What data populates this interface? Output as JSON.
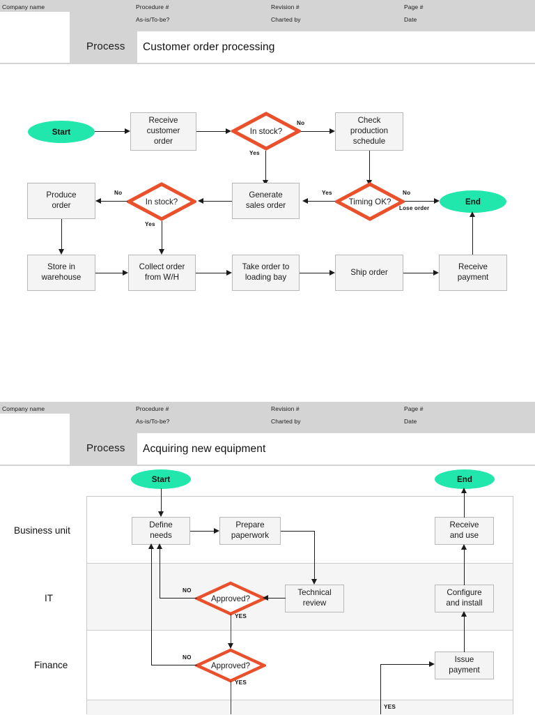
{
  "sheets": [
    {
      "header": {
        "company_label": "Company name",
        "procedure_label": "Procedure #",
        "asis_label": "As-is/To-be?",
        "revision_label": "Revision #",
        "charted_label": "Charted by",
        "page_label": "Page #",
        "date_label": "Date",
        "process_word": "Process",
        "process_title": "Customer order processing"
      }
    },
    {
      "header": {
        "company_label": "Company name",
        "procedure_label": "Procedure #",
        "asis_label": "As-is/To-be?",
        "revision_label": "Revision #",
        "charted_label": "Charted by",
        "page_label": "Page #",
        "date_label": "Date",
        "process_word": "Process",
        "process_title": "Acquiring new equipment"
      }
    }
  ],
  "chart1": {
    "type": "flowchart",
    "title": "Customer order processing",
    "colors": {
      "terminator": "#22e7ad",
      "decision_border": "#e8512b",
      "process_fill": "#f4f4f4",
      "process_border": "#b8b8b8",
      "connector": "#1b1b1b"
    },
    "nodes": [
      {
        "id": "start",
        "shape": "terminator",
        "label": "Start"
      },
      {
        "id": "receive",
        "shape": "process",
        "label": "Receive customer order",
        "lines": [
          "Receive",
          "customer",
          "order"
        ]
      },
      {
        "id": "instock1",
        "shape": "decision",
        "label": "In stock?"
      },
      {
        "id": "checkprod",
        "shape": "process",
        "label": "Check production schedule",
        "lines": [
          "Check",
          "production",
          "schedule"
        ]
      },
      {
        "id": "timing",
        "shape": "decision",
        "label": "Timing OK?"
      },
      {
        "id": "end",
        "shape": "terminator",
        "label": "End"
      },
      {
        "id": "gensales",
        "shape": "process",
        "label": "Generate sales order",
        "lines": [
          "Generate",
          "sales order"
        ]
      },
      {
        "id": "instock2",
        "shape": "decision",
        "label": "In stock?"
      },
      {
        "id": "produce",
        "shape": "process",
        "label": "Produce order",
        "lines": [
          "Produce",
          "order"
        ]
      },
      {
        "id": "store",
        "shape": "process",
        "label": "Store in warehouse",
        "lines": [
          "Store in",
          "warehouse"
        ]
      },
      {
        "id": "collect",
        "shape": "process",
        "label": "Collect  order from W/H",
        "lines": [
          "Collect  order",
          "from W/H"
        ]
      },
      {
        "id": "takeorder",
        "shape": "process",
        "label": "Take order to loading bay",
        "lines": [
          "Take order to",
          "loading bay"
        ]
      },
      {
        "id": "ship",
        "shape": "process",
        "label": "Ship order",
        "lines": [
          "Ship order"
        ]
      },
      {
        "id": "payment",
        "shape": "process",
        "label": "Receive payment",
        "lines": [
          "Receive",
          "payment"
        ]
      }
    ],
    "edges": [
      {
        "from": "start",
        "to": "receive",
        "label": ""
      },
      {
        "from": "receive",
        "to": "instock1",
        "label": ""
      },
      {
        "from": "instock1",
        "to": "checkprod",
        "label": "No"
      },
      {
        "from": "instock1",
        "to": "gensales",
        "label": "Yes"
      },
      {
        "from": "checkprod",
        "to": "timing",
        "label": ""
      },
      {
        "from": "timing",
        "to": "gensales",
        "label": "Yes"
      },
      {
        "from": "timing",
        "to": "end",
        "label": "No",
        "label2": "Lose order"
      },
      {
        "from": "gensales",
        "to": "instock2",
        "label": ""
      },
      {
        "from": "instock2",
        "to": "produce",
        "label": "No"
      },
      {
        "from": "instock2",
        "to": "collect",
        "label": "Yes"
      },
      {
        "from": "produce",
        "to": "store",
        "label": ""
      },
      {
        "from": "store",
        "to": "collect",
        "label": ""
      },
      {
        "from": "collect",
        "to": "takeorder",
        "label": ""
      },
      {
        "from": "takeorder",
        "to": "ship",
        "label": ""
      },
      {
        "from": "ship",
        "to": "payment",
        "label": ""
      },
      {
        "from": "payment",
        "to": "end",
        "label": ""
      }
    ],
    "edge_labels": {
      "no1": "No",
      "yes1": "Yes",
      "yes2": "Yes",
      "no2": "No",
      "lose": "Lose order",
      "no3": "No",
      "yes3": "Yes"
    }
  },
  "chart2": {
    "type": "flowchart-swimlane",
    "title": "Acquiring new equipment",
    "lanes": [
      {
        "id": "business",
        "label": "Business unit"
      },
      {
        "id": "it",
        "label": "IT"
      },
      {
        "id": "finance",
        "label": "Finance"
      },
      {
        "id": "lane4",
        "label": ""
      }
    ],
    "nodes": [
      {
        "id": "start2",
        "shape": "terminator",
        "label": "Start",
        "lane": "business"
      },
      {
        "id": "end2",
        "shape": "terminator",
        "label": "End",
        "lane": "business"
      },
      {
        "id": "define",
        "shape": "process",
        "label": "Define needs",
        "lines": [
          "Define",
          "needs"
        ],
        "lane": "business"
      },
      {
        "id": "prepare",
        "shape": "process",
        "label": "Prepare paperwork",
        "lines": [
          "Prepare",
          "paperwork"
        ],
        "lane": "business"
      },
      {
        "id": "receiveuse",
        "shape": "process",
        "label": "Receive and use",
        "lines": [
          "Receive",
          "and use"
        ],
        "lane": "business"
      },
      {
        "id": "approved1",
        "shape": "decision",
        "label": "Approved?",
        "lane": "it"
      },
      {
        "id": "techrev",
        "shape": "process",
        "label": "Technical review",
        "lines": [
          "Technical",
          "review"
        ],
        "lane": "it"
      },
      {
        "id": "configure",
        "shape": "process",
        "label": "Configure and install",
        "lines": [
          "Configure",
          "and install"
        ],
        "lane": "it"
      },
      {
        "id": "approved2",
        "shape": "decision",
        "label": "Approved?",
        "lane": "finance"
      },
      {
        "id": "issuepay",
        "shape": "process",
        "label": "Issue payment",
        "lines": [
          "Issue",
          "payment"
        ],
        "lane": "finance"
      }
    ],
    "edges": [
      {
        "from": "start2",
        "to": "define",
        "label": ""
      },
      {
        "from": "define",
        "to": "prepare",
        "label": ""
      },
      {
        "from": "prepare",
        "to": "techrev",
        "label": ""
      },
      {
        "from": "techrev",
        "to": "approved1",
        "label": ""
      },
      {
        "from": "approved1",
        "to": "define",
        "label": "NO"
      },
      {
        "from": "approved1",
        "to": "approved2",
        "label": "YES"
      },
      {
        "from": "approved2",
        "to": "define",
        "label": "NO"
      },
      {
        "from": "approved2",
        "to": "issuepay",
        "label": "YES"
      },
      {
        "from": "issuepay",
        "to": "configure",
        "label": ""
      },
      {
        "from": "configure",
        "to": "receiveuse",
        "label": ""
      },
      {
        "from": "receiveuse",
        "to": "end2",
        "label": ""
      }
    ],
    "edge_labels": {
      "no_it": "NO",
      "yes_it": "YES",
      "no_fin": "NO",
      "yes_fin": "YES",
      "yes_bottom": "YES"
    }
  }
}
